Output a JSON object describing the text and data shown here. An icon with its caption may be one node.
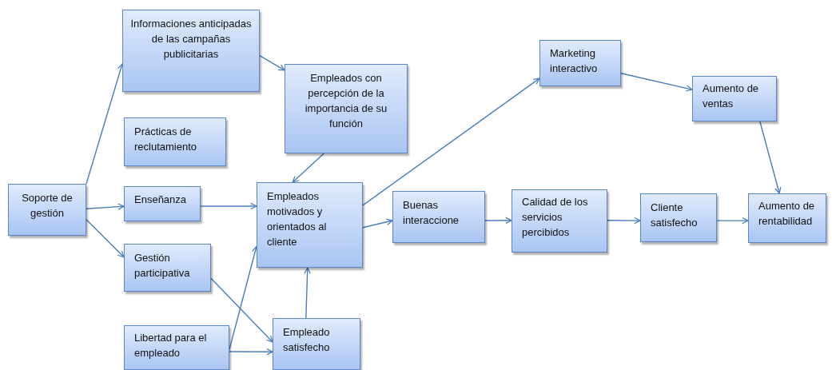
{
  "diagram": {
    "nodes": [
      {
        "text": [
          "Soporte de gestión"
        ]
      },
      {
        "text": [
          "Informaciones anticipadas de las campañas publicitarias"
        ]
      },
      {
        "text": [
          "Prácticas de reclutamiento"
        ]
      },
      {
        "text": [
          "Enseñanza"
        ]
      },
      {
        "text": [
          "Gestión participativa"
        ]
      },
      {
        "text": [
          "Libertad para el empleado"
        ]
      },
      {
        "text": [
          "Empleados con percepción de la importancia de su función"
        ]
      },
      {
        "text": [
          "Empleados motivados y orientados al cliente"
        ]
      },
      {
        "text": [
          "Empleado satisfecho"
        ]
      },
      {
        "text": [
          "Buenas interaccione"
        ]
      },
      {
        "text": [
          "Marketing interactivo"
        ]
      },
      {
        "text": [
          "Calidad de los servicios percibidos"
        ]
      },
      {
        "text": [
          "Aumento de ventas"
        ]
      },
      {
        "text": [
          "Cliente satisfecho"
        ]
      },
      {
        "text": [
          "Aumento de rentabilidad"
        ]
      }
    ],
    "edges": [
      {
        "from": 0,
        "to": 1,
        "arrow": "to"
      },
      {
        "from": 0,
        "to": 3,
        "arrow": "to"
      },
      {
        "from": 0,
        "to": 4,
        "arrow": "to"
      },
      {
        "from": 1,
        "to": 6,
        "arrow": "to"
      },
      {
        "from": 6,
        "to": 7,
        "arrow": "to"
      },
      {
        "from": 3,
        "to": 7,
        "arrow": "to"
      },
      {
        "from": 4,
        "to": 8,
        "arrow": "to"
      },
      {
        "from": 5,
        "to": 7,
        "arrow": "to"
      },
      {
        "from": 5,
        "to": 8,
        "arrow": "to"
      },
      {
        "from": 8,
        "to": 7,
        "arrow": "to"
      },
      {
        "from": 7,
        "to": 10,
        "arrow": "to"
      },
      {
        "from": 7,
        "to": 9,
        "arrow": "to"
      },
      {
        "from": 9,
        "to": 11,
        "arrow": "to"
      },
      {
        "from": 11,
        "to": 13,
        "arrow": "to"
      },
      {
        "from": 13,
        "to": 14,
        "arrow": "to"
      },
      {
        "from": 10,
        "to": 12,
        "arrow": "to"
      },
      {
        "from": 12,
        "to": 14,
        "arrow": "to"
      }
    ]
  }
}
